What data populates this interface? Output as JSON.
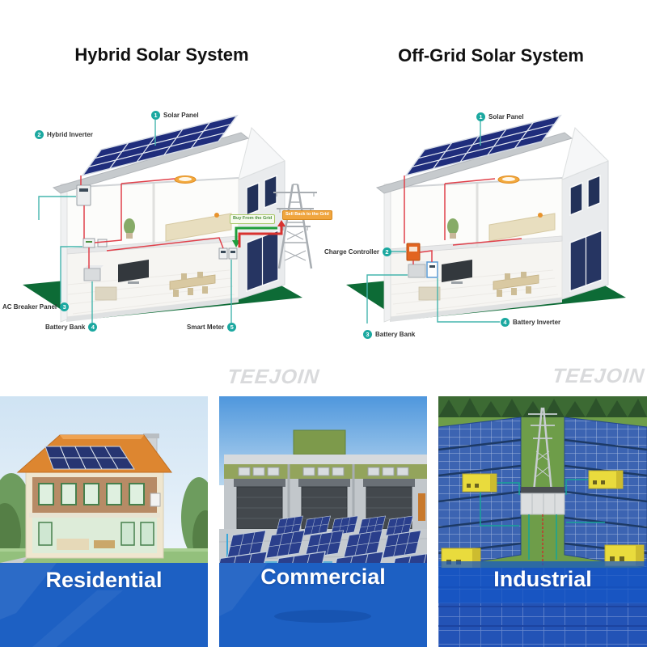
{
  "hybrid": {
    "title": "Hybrid Solar System",
    "labels": [
      {
        "num": "1",
        "text": "Solar Panel"
      },
      {
        "num": "2",
        "text": "Hybrid Inverter"
      },
      {
        "num": "3",
        "text": "AC Breaker Panel"
      },
      {
        "num": "4",
        "text": "Battery Bank"
      },
      {
        "num": "5",
        "text": "Smart Meter"
      }
    ],
    "grid_badges": {
      "buy": "Buy From the Grid",
      "sell": "Sell Back to the Grid"
    }
  },
  "offgrid": {
    "title": "Off-Grid Solar System",
    "labels": [
      {
        "num": "1",
        "text": "Solar Panel"
      },
      {
        "num": "2",
        "text": "Charge Controller"
      },
      {
        "num": "3",
        "text": "Battery Bank"
      },
      {
        "num": "4",
        "text": "Battery Inverter"
      }
    ]
  },
  "watermark": {
    "text": "TEEJOIN"
  },
  "sections": [
    {
      "label": "Residential"
    },
    {
      "label": "Commercial"
    },
    {
      "label": "Industrial"
    }
  ],
  "colors": {
    "badge_teal": "#1ba8a0",
    "leader_teal": "#45b5ad",
    "wire_red": "#e0404a",
    "panel_navy": "#1f2d7c",
    "roof_gray": "#c6cacd",
    "ground_green": "#0d6b36",
    "buy_arrow_green": "#1f9e3c",
    "sell_arrow_red": "#d8322f",
    "band_blue": "#1d60c3",
    "logo_gray": "#d9dadc",
    "residential_roof_orange": "#dd8630",
    "container_yellow": "#e9db3d"
  }
}
